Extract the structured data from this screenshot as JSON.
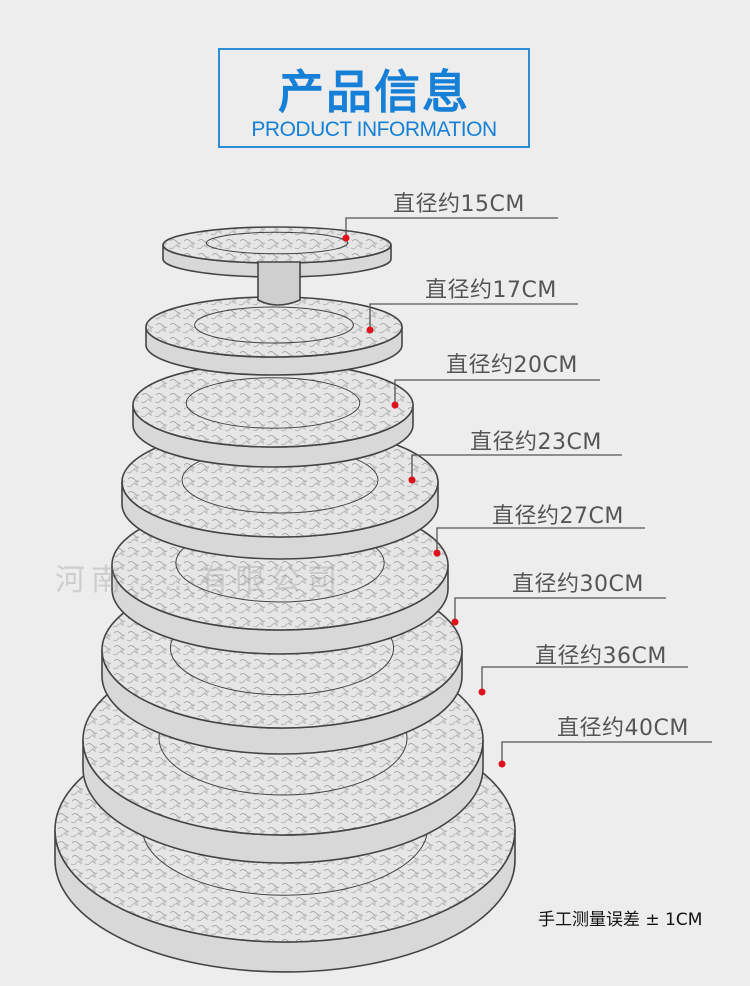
{
  "header": {
    "title_cn": "产品信息",
    "title_en": "PRODUCT INFORMATION"
  },
  "watermark": "河南……有限公司",
  "measurements": [
    {
      "label": "直径约15CM"
    },
    {
      "label": "直径约17CM"
    },
    {
      "label": "直径约20CM"
    },
    {
      "label": "直径约23CM"
    },
    {
      "label": "直径约27CM"
    },
    {
      "label": "直径约30CM"
    },
    {
      "label": "直径约36CM"
    },
    {
      "label": "直径约40CM"
    }
  ],
  "note": "手工测量误差 ± 1CM",
  "colors": {
    "accent": "#1680d8",
    "marker": "#e0101a",
    "line": "#555555"
  }
}
